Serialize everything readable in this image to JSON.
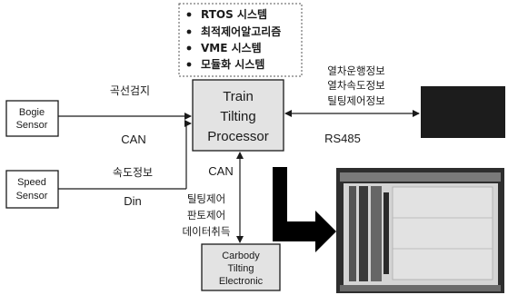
{
  "features": {
    "items": [
      "RTOS 시스템",
      "최적제어알고리즘",
      "VME 시스템",
      "모듈화 시스템"
    ]
  },
  "nodes": {
    "bogie_sensor": [
      "Bogie",
      "Sensor"
    ],
    "speed_sensor": [
      "Speed",
      "Sensor"
    ],
    "processor": [
      "Train",
      "Tilting",
      "Processor"
    ],
    "carbody": [
      "Carbody",
      "Tilting",
      "Electronic"
    ]
  },
  "labels": {
    "bogie_top": "곡선검지",
    "bogie_bottom": "CAN",
    "speed_top": "속도정보",
    "speed_bottom": "Din",
    "rs485": "RS485",
    "can_vertical": "CAN",
    "right_info": [
      "열차운행정보",
      "열차속도정보",
      "틸팅제어정보"
    ],
    "down_info": [
      "틸팅제어",
      "판토제어",
      "데이터취득"
    ]
  },
  "colors": {
    "line": "#1a1a1a",
    "box_border": "#1a1a1a",
    "processor_fill": "#e3e3e3",
    "carbody_fill": "#e3e3e3",
    "dark_box": "#1c1c1c",
    "arrow_fill": "#000000",
    "photo_frame": "#2e2e2e",
    "photo_panel": "#d4d4d4"
  }
}
